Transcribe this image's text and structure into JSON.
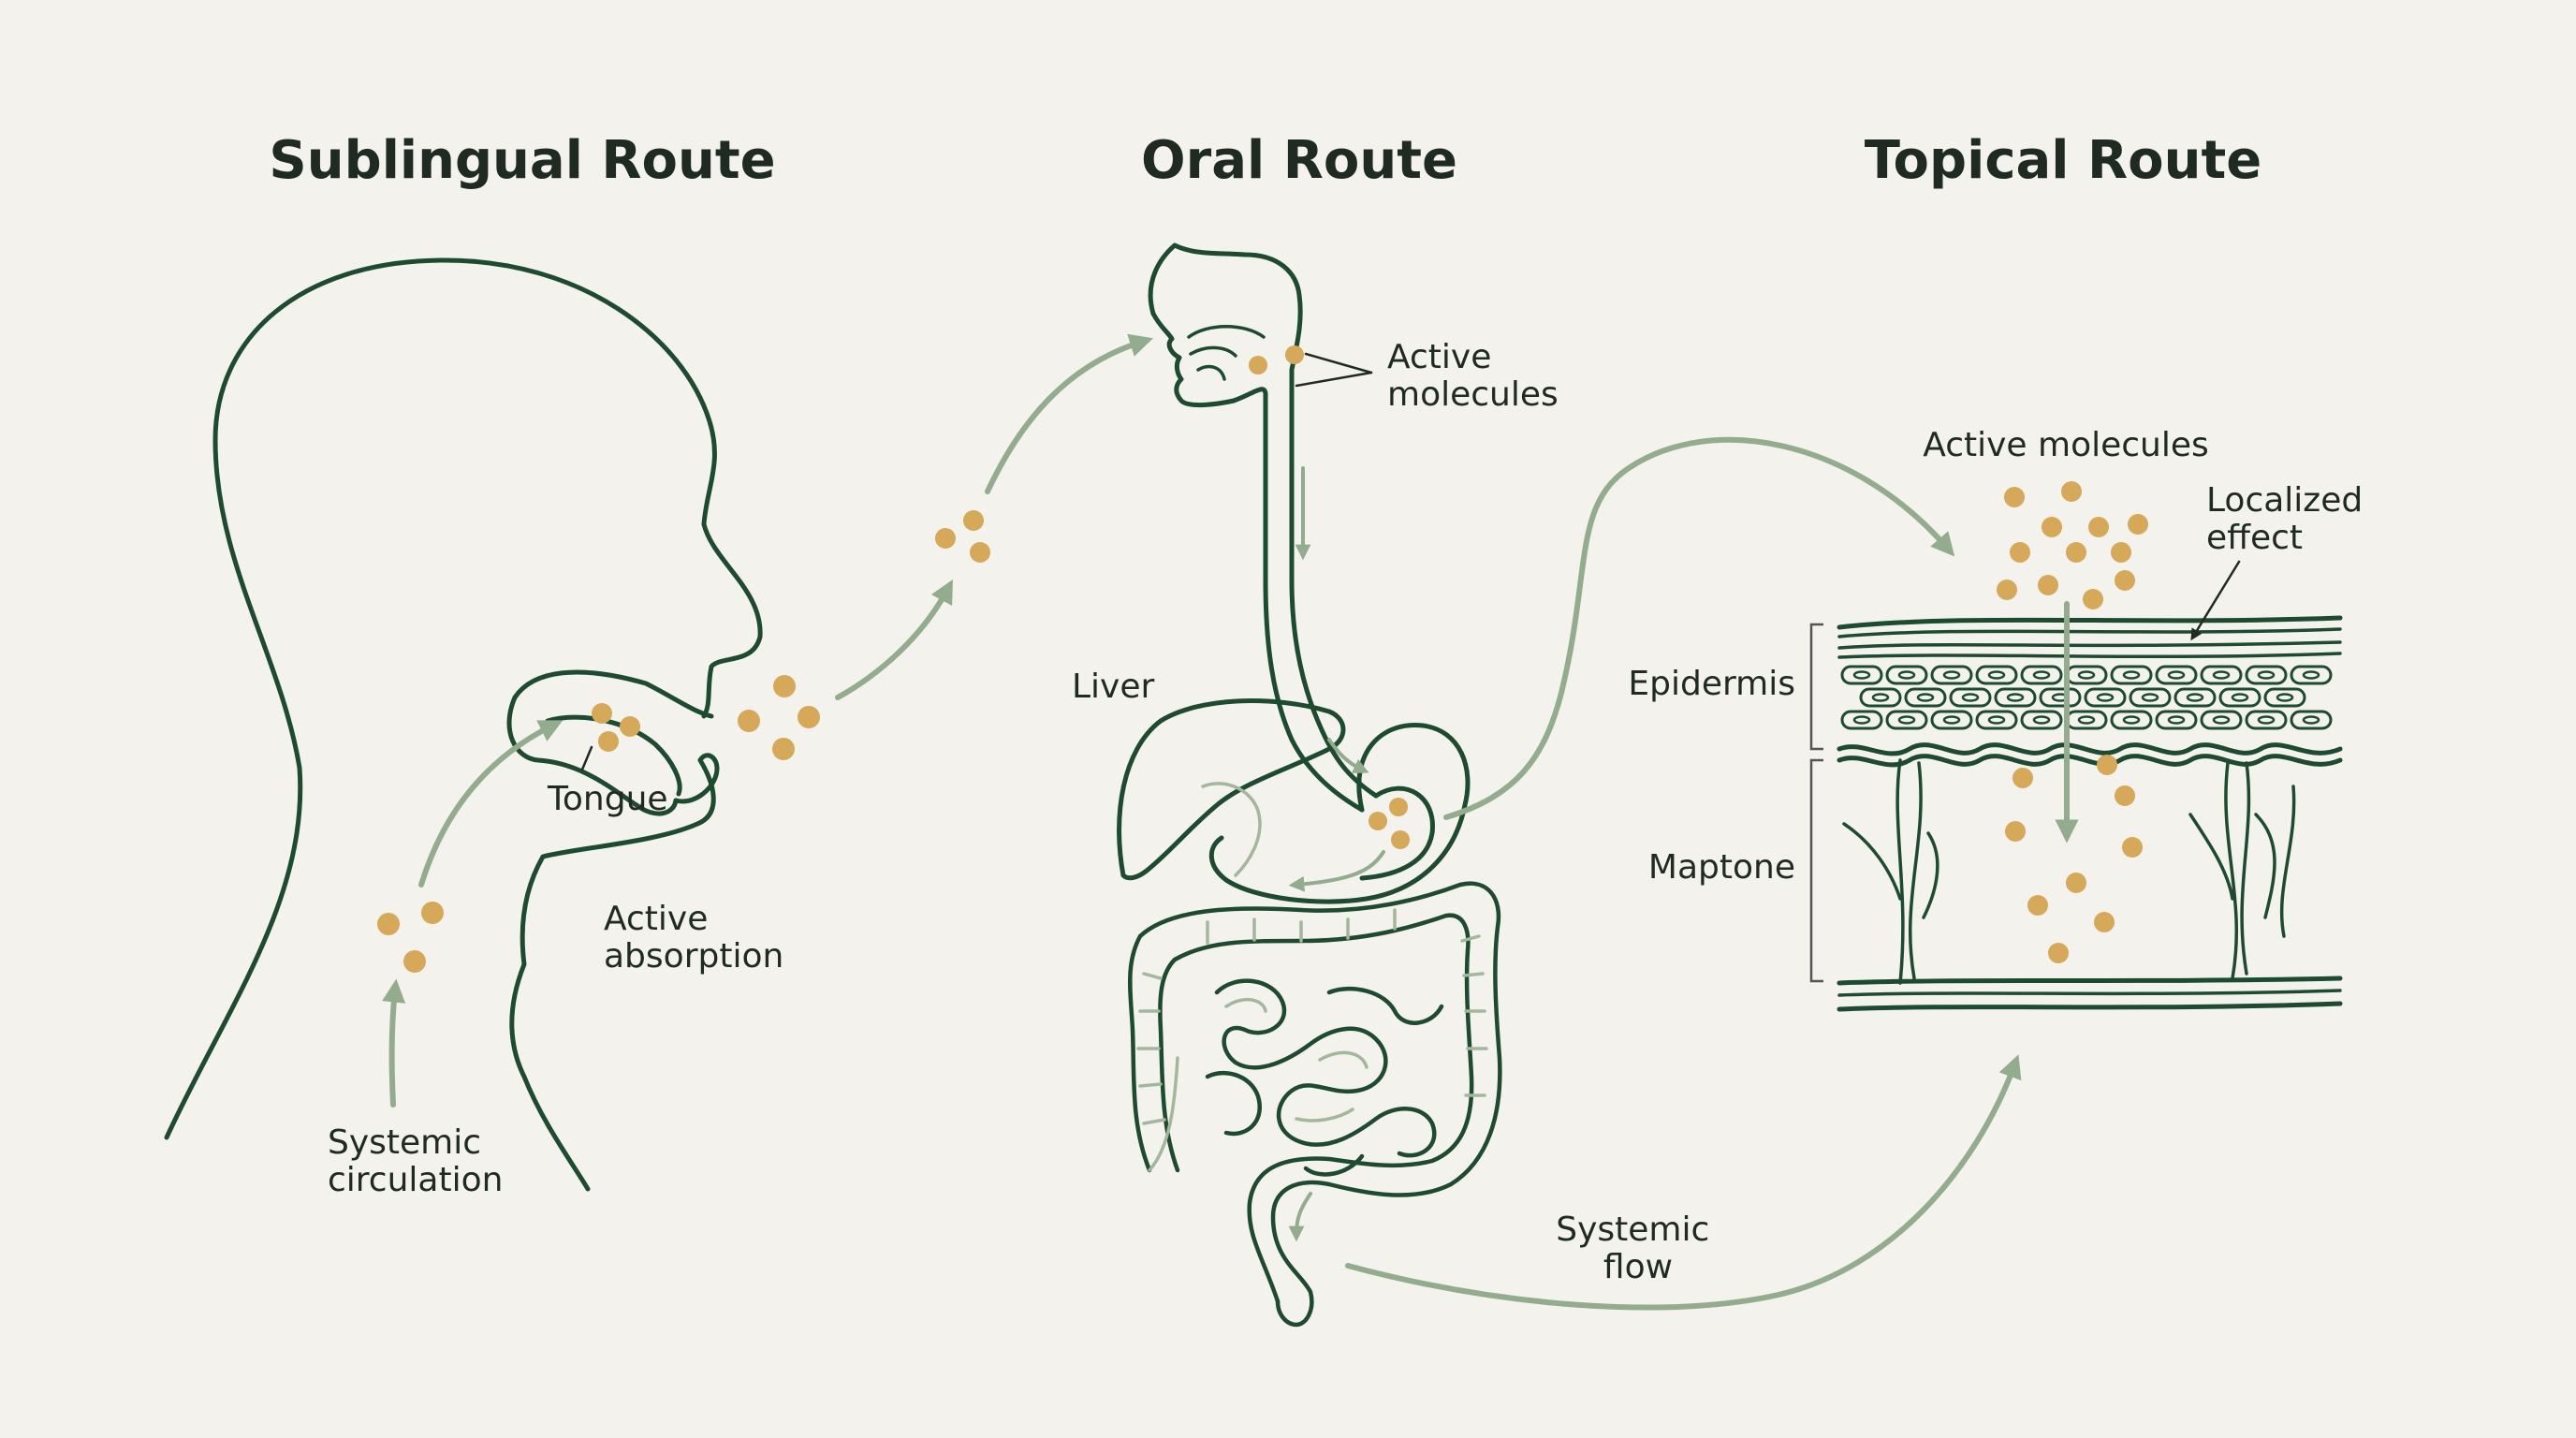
{
  "headings": {
    "sublingual": "Sublingual Route",
    "oral": "Oral Route",
    "topical": "Topical Route"
  },
  "labels": {
    "tongue": "Tongue",
    "active_absorption": [
      "Active",
      "absorption"
    ],
    "systemic_circulation": [
      "Systemic",
      "circulation"
    ],
    "oral_active_molecules": [
      "Active",
      "molecules"
    ],
    "liver": "Liver",
    "topical_active_molecules": "Active molecules",
    "localized_effect": [
      "Localized",
      "effect"
    ],
    "epidermis": "Epidermis",
    "maptone": "Maptone",
    "systemic_flow": [
      "Systemic",
      "flow"
    ]
  },
  "colors": {
    "background": "#f3f2ec",
    "outline": "#1e4a30",
    "flow_arrow": "#93ac8d",
    "molecule": "#d5a85a",
    "text": "#1f2a22"
  }
}
